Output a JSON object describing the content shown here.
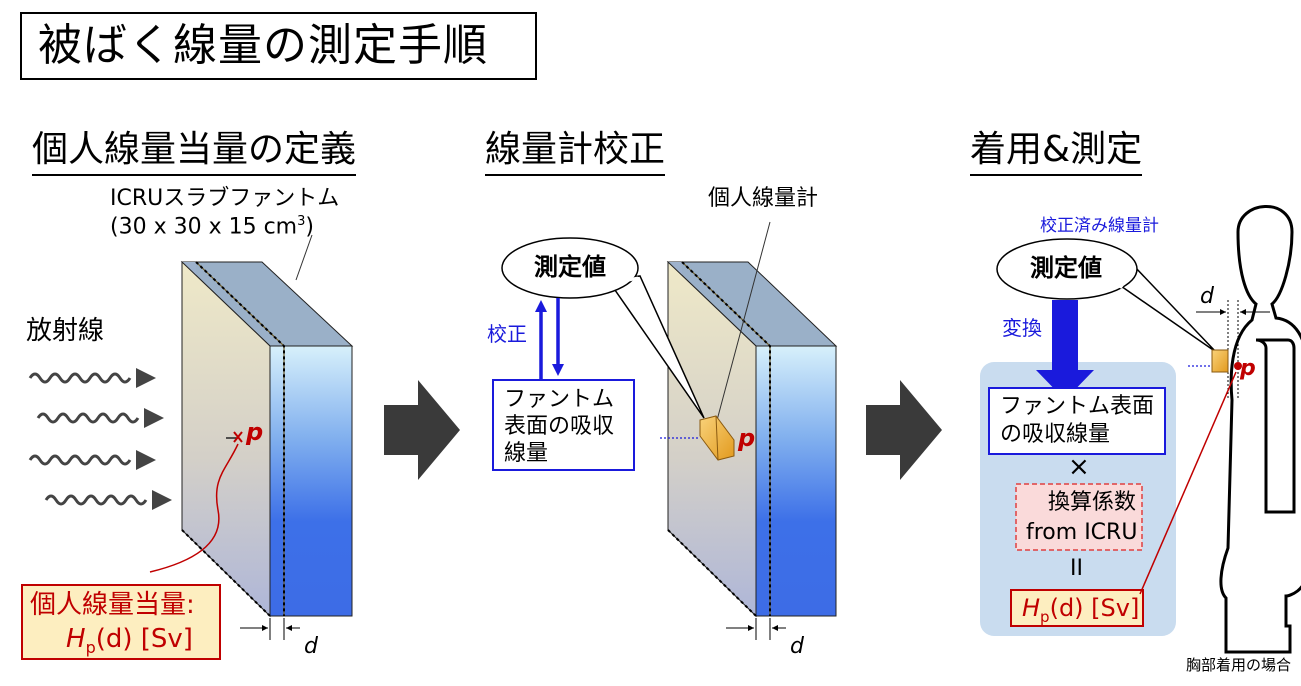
{
  "title": "被ばく線量の測定手順",
  "sections": {
    "definition": {
      "heading": "個人線量当量の定義",
      "phantom_label_line1": "ICRUスラブファントム",
      "phantom_label_line2": "(30 x 30 x 15 cm",
      "phantom_label_sup": "3",
      "phantom_label_close": ")",
      "radiation_label": "放射線",
      "point_label": "p",
      "dose_box_line1": "個人線量当量:",
      "dose_box_H": "H",
      "dose_box_sub": "p",
      "dose_box_rest": "(d) [Sv]",
      "depth_label": "d"
    },
    "calibration": {
      "heading": "線量計校正",
      "dosimeter_label": "個人線量計",
      "measured_value": "測定値",
      "calibrate_label": "校正",
      "absorbed_box": [
        "ファントム",
        "表面の吸収",
        "線量"
      ],
      "point_label": "p",
      "depth_label": "d"
    },
    "measurement": {
      "heading": "着用&測定",
      "calibrated_label": "校正済み線量計",
      "measured_value": "測定値",
      "convert_label": "変換",
      "absorbed_box": [
        "ファントム表面",
        "の吸収線量"
      ],
      "times": "×",
      "factor_box": [
        "換算係数",
        "from ICRU"
      ],
      "equals": "II",
      "result_H": "H",
      "result_sub": "p",
      "result_rest": "(d) [Sv]",
      "depth_label": "d",
      "point_label": "p",
      "caption": "胸部着用の場合"
    }
  },
  "colors": {
    "blue_text": "#1a1adc",
    "dark_red": "#c00000",
    "arrow_gray": "#3a3a3a",
    "panel_bg": "#c9dcef",
    "box_bg_orange": "#fdeec0"
  }
}
